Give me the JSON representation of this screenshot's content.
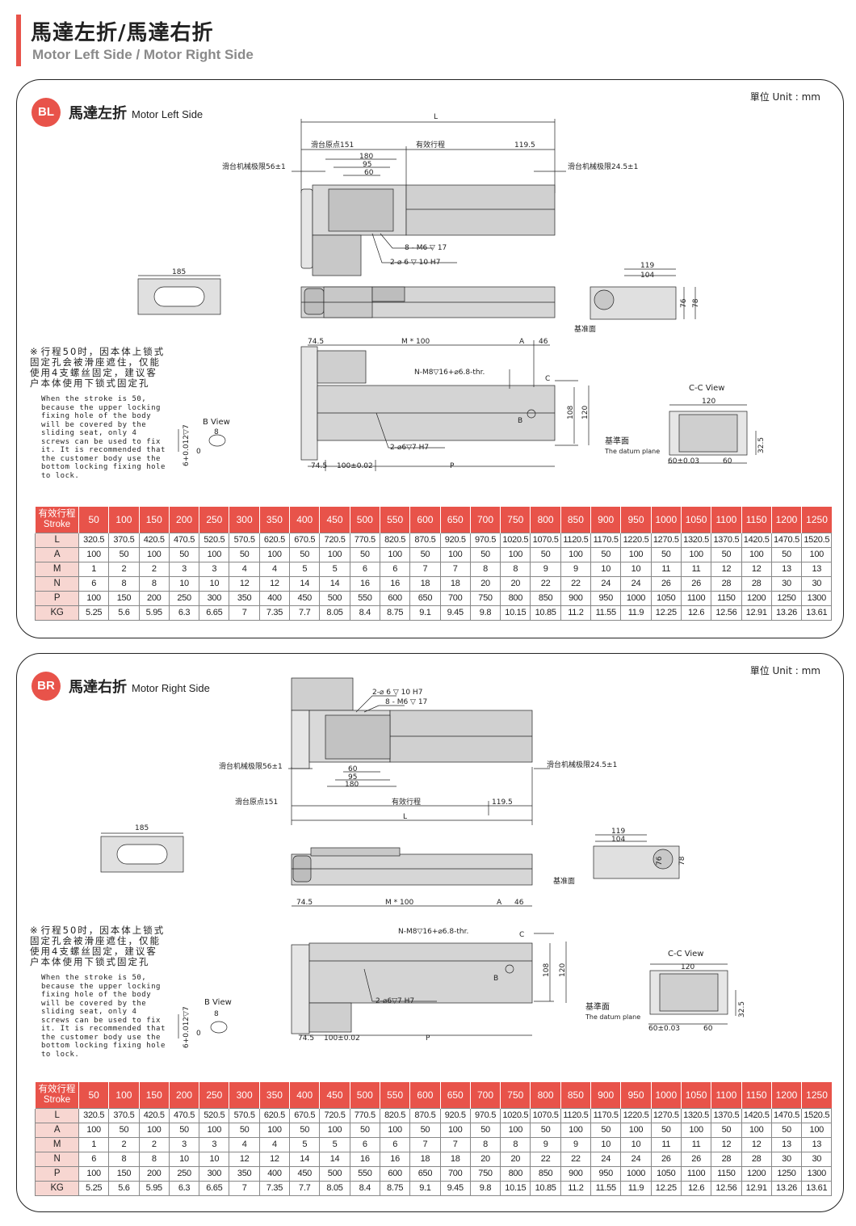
{
  "header": {
    "title_zh": "馬達左折/馬達右折",
    "title_en": "Motor Left Side / Motor Right Side"
  },
  "colors": {
    "accent": "#e8534a",
    "row_head_bg": "#f7d6d1",
    "view_label": "#1e73be",
    "cc_label": "#e8872a"
  },
  "sections": [
    {
      "badge": "BL",
      "title_zh": "馬達左折",
      "title_en": "Motor Left Side",
      "unit": "單位 Unit : mm",
      "labels": {
        "L": "L",
        "origin": "滑台原点151",
        "stroke": "有效行程",
        "d1195": "119.5",
        "d180": "180",
        "d95": "95",
        "d60": "60",
        "limit_left": "滑台机械极限56±1",
        "limit_right": "滑台机械极限24.5±1",
        "hole1": "8 - M6 ▽ 17",
        "hole2": "2-⌀ 6 ▽ 10 H7",
        "d185": "185",
        "d119": "119",
        "d104": "104",
        "d76": "76",
        "d78": "78",
        "datum": "基准面",
        "d745": "74.5",
        "m100": "M * 100",
        "A": "A",
        "d46": "46",
        "thread": "N-M8▽16+⌀6.8-thr.",
        "C": "C",
        "B": "B",
        "d108": "108",
        "d120": "120",
        "hole3": "2-⌀6▽7 H7",
        "tol100": "100±0.02",
        "P": "P",
        "bview": "B View",
        "d8": "8",
        "tol6": "6+0.012▽7",
        "zero": "0",
        "ccview": "C-C View",
        "datum_zh": "基準面",
        "datum_en": "The datum plane",
        "tol60": "60±0.03",
        "d60b": "60",
        "d325": "32.5"
      },
      "note": {
        "zh": "行程50时，因本体上锁式固定孔会被滑座遮住，仅能使用4支螺丝固定，建议客户本体使用下锁式固定孔",
        "en": "When the stroke is 50, because the upper locking fixing hole of the body will be covered by the sliding seat, only 4 screws can be used to fix it. It is recommended that the customer body use the bottom locking fixing hole to lock."
      }
    },
    {
      "badge": "BR",
      "title_zh": "馬達右折",
      "title_en": "Motor Right Side",
      "unit": "單位 Unit : mm",
      "labels": {
        "L": "L",
        "origin": "滑台原点151",
        "stroke": "有效行程",
        "d1195": "119.5",
        "d180": "180",
        "d95": "95",
        "d60": "60",
        "limit_left": "滑台机械极限56±1",
        "limit_right": "滑台机械极限24.5±1",
        "hole1": "8 - M6 ▽ 17",
        "hole2": "2-⌀ 6 ▽ 10 H7",
        "d185": "185",
        "d119": "119",
        "d104": "104",
        "d76": "76",
        "d78": "78",
        "datum": "基准面",
        "d745": "74.5",
        "m100": "M * 100",
        "A": "A",
        "d46": "46",
        "thread": "N-M8▽16+⌀6.8-thr.",
        "C": "C",
        "B": "B",
        "d108": "108",
        "d120": "120",
        "hole3": "2-⌀6▽7 H7",
        "tol100": "100±0.02",
        "P": "P",
        "bview": "B View",
        "d8": "8",
        "tol6": "6+0.012▽7",
        "zero": "0",
        "ccview": "C-C View",
        "datum_zh": "基準面",
        "datum_en": "The datum plane",
        "tol60": "60±0.03",
        "d60b": "60",
        "d325": "32.5"
      },
      "note": {
        "zh": "行程50时，因本体上锁式固定孔会被滑座遮住，仅能使用4支螺丝固定，建议客户本体使用下锁式固定孔",
        "en": "When the stroke is 50, because the upper locking fixing hole of the body will be covered by the sliding seat, only 4 screws can be used to fix it. It is recommended that the customer body use the bottom locking fixing hole to lock."
      }
    }
  ],
  "table": {
    "stroke_label_zh": "有效行程",
    "stroke_label_en": "Stroke",
    "strokes": [
      "50",
      "100",
      "150",
      "200",
      "250",
      "300",
      "350",
      "400",
      "450",
      "500",
      "550",
      "600",
      "650",
      "700",
      "750",
      "800",
      "850",
      "900",
      "950",
      "1000",
      "1050",
      "1100",
      "1150",
      "1200",
      "1250"
    ],
    "rows": [
      {
        "label": "L",
        "values": [
          "320.5",
          "370.5",
          "420.5",
          "470.5",
          "520.5",
          "570.5",
          "620.5",
          "670.5",
          "720.5",
          "770.5",
          "820.5",
          "870.5",
          "920.5",
          "970.5",
          "1020.5",
          "1070.5",
          "1120.5",
          "1170.5",
          "1220.5",
          "1270.5",
          "1320.5",
          "1370.5",
          "1420.5",
          "1470.5",
          "1520.5"
        ]
      },
      {
        "label": "A",
        "values": [
          "100",
          "50",
          "100",
          "50",
          "100",
          "50",
          "100",
          "50",
          "100",
          "50",
          "100",
          "50",
          "100",
          "50",
          "100",
          "50",
          "100",
          "50",
          "100",
          "50",
          "100",
          "50",
          "100",
          "50",
          "100"
        ]
      },
      {
        "label": "M",
        "values": [
          "1",
          "2",
          "2",
          "3",
          "3",
          "4",
          "4",
          "5",
          "5",
          "6",
          "6",
          "7",
          "7",
          "8",
          "8",
          "9",
          "9",
          "10",
          "10",
          "11",
          "11",
          "12",
          "12",
          "13",
          "13"
        ]
      },
      {
        "label": "N",
        "values": [
          "6",
          "8",
          "8",
          "10",
          "10",
          "12",
          "12",
          "14",
          "14",
          "16",
          "16",
          "18",
          "18",
          "20",
          "20",
          "22",
          "22",
          "24",
          "24",
          "26",
          "26",
          "28",
          "28",
          "30",
          "30"
        ]
      },
      {
        "label": "P",
        "values": [
          "100",
          "150",
          "200",
          "250",
          "300",
          "350",
          "400",
          "450",
          "500",
          "550",
          "600",
          "650",
          "700",
          "750",
          "800",
          "850",
          "900",
          "950",
          "1000",
          "1050",
          "1100",
          "1150",
          "1200",
          "1250",
          "1300"
        ]
      },
      {
        "label": "KG",
        "values": [
          "5.25",
          "5.6",
          "5.95",
          "6.3",
          "6.65",
          "7",
          "7.35",
          "7.7",
          "8.05",
          "8.4",
          "8.75",
          "9.1",
          "9.45",
          "9.8",
          "10.15",
          "10.85",
          "11.2",
          "11.55",
          "11.9",
          "12.25",
          "12.6",
          "12.56",
          "12.91",
          "13.26",
          "13.61"
        ]
      }
    ]
  }
}
